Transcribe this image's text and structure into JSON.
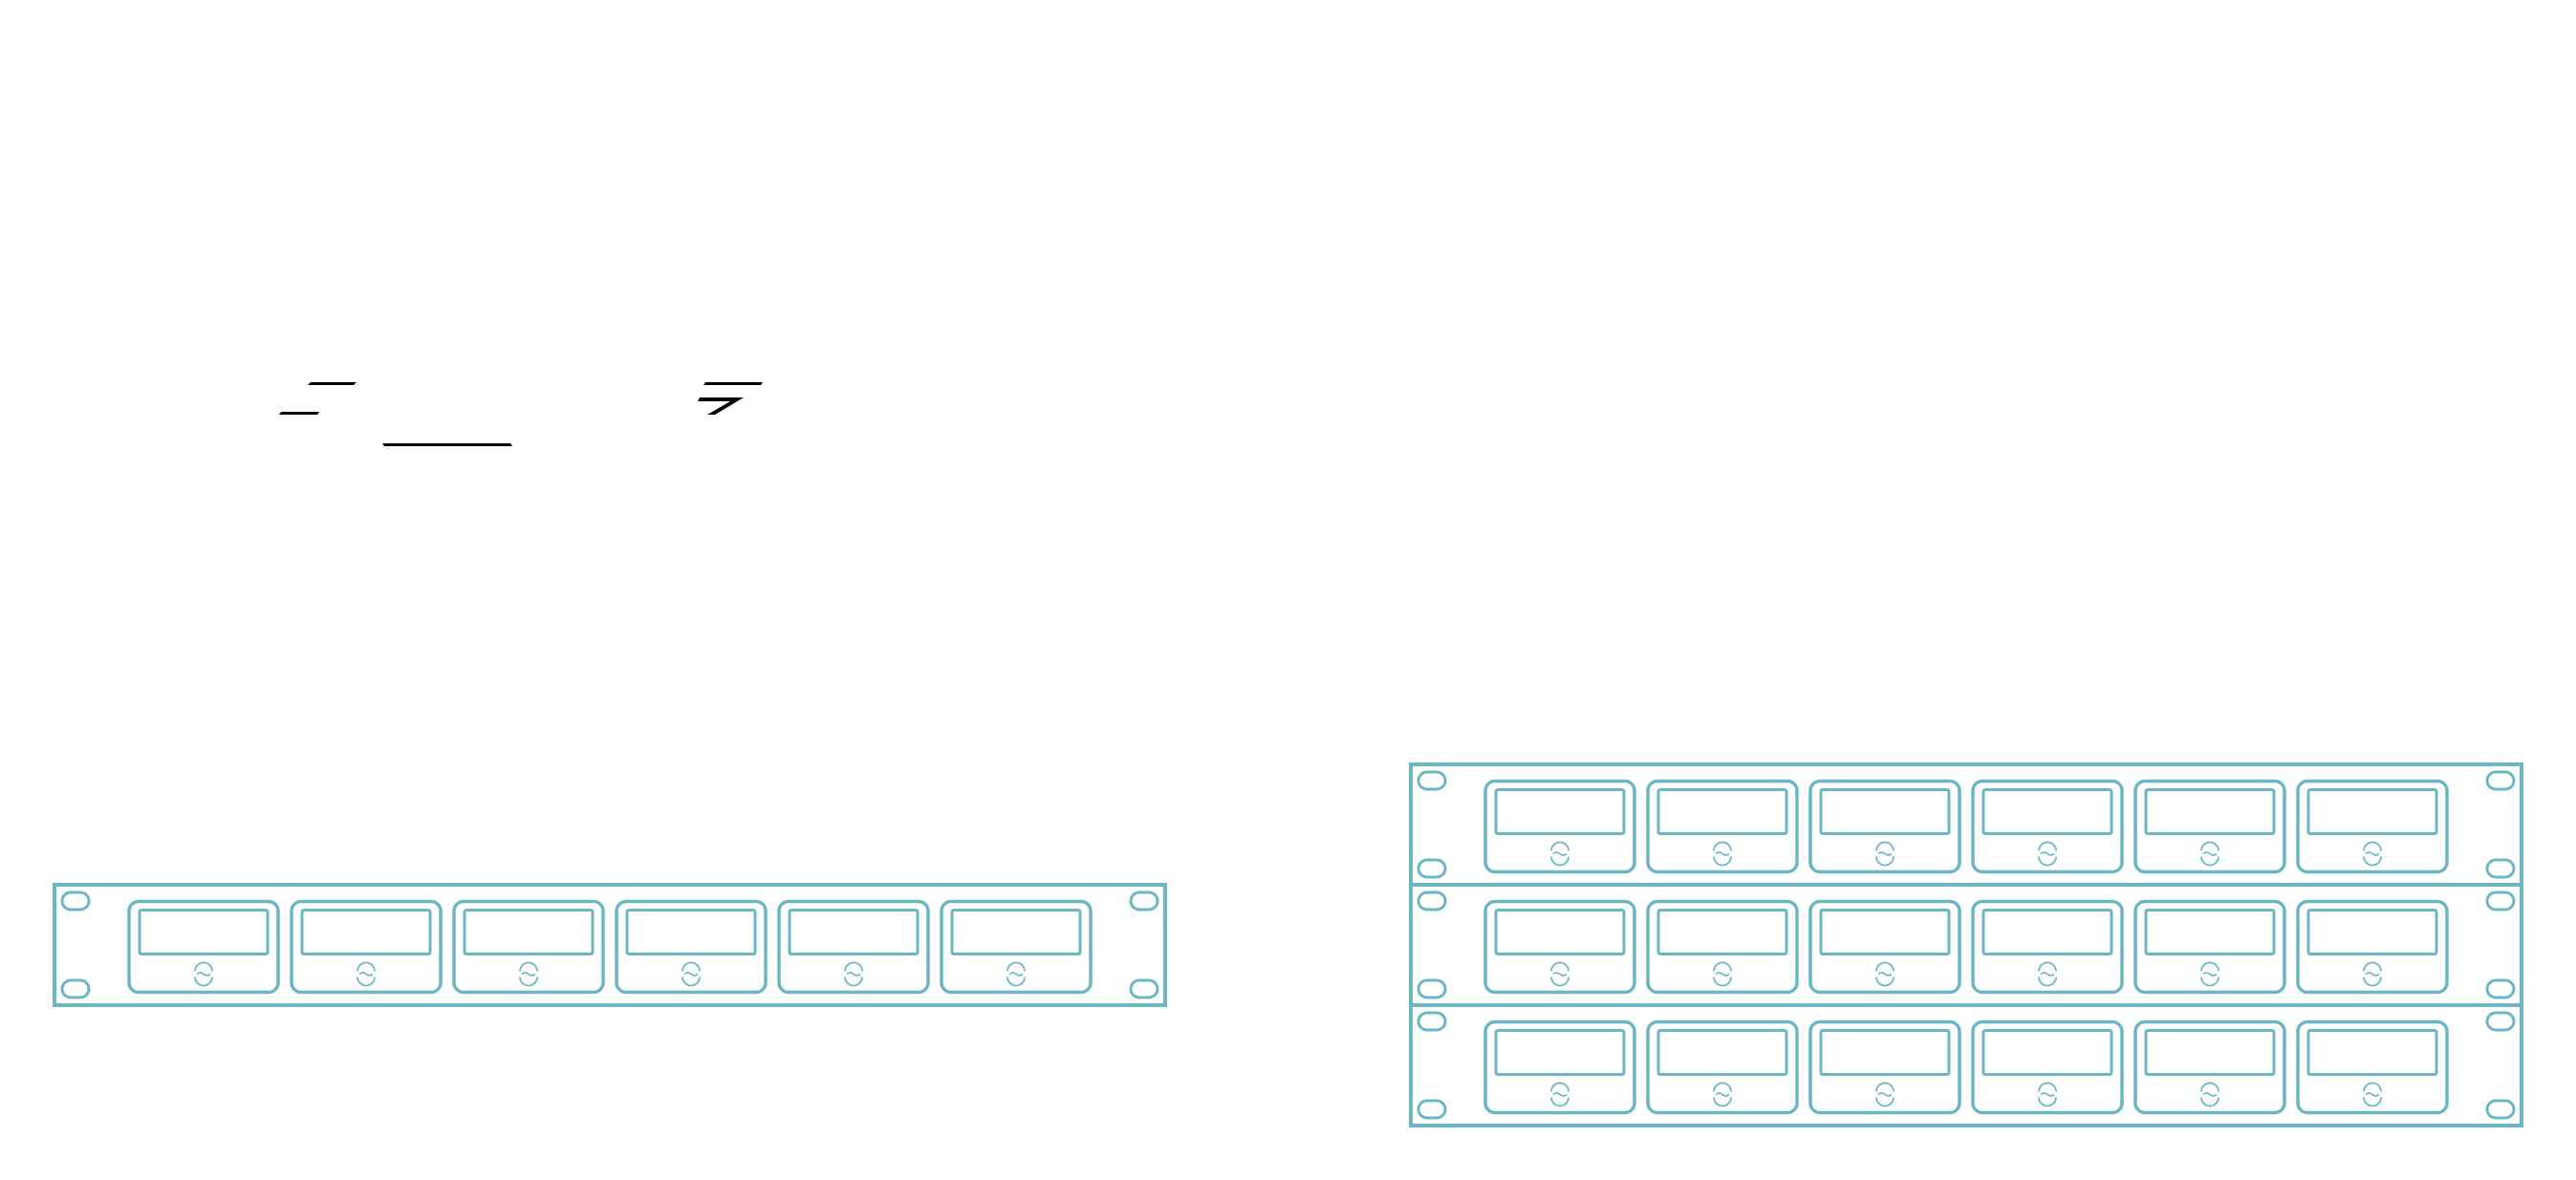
{
  "colors": {
    "line": "#6ab7c3",
    "marks": "#000000",
    "background": "#ffffff"
  },
  "modules_per_unit": 6,
  "racks": [
    {
      "id": "rack-single",
      "rack_units": 1
    },
    {
      "id": "rack-triple",
      "rack_units": 3
    }
  ],
  "decorations": {
    "fragment_marks": 5
  }
}
